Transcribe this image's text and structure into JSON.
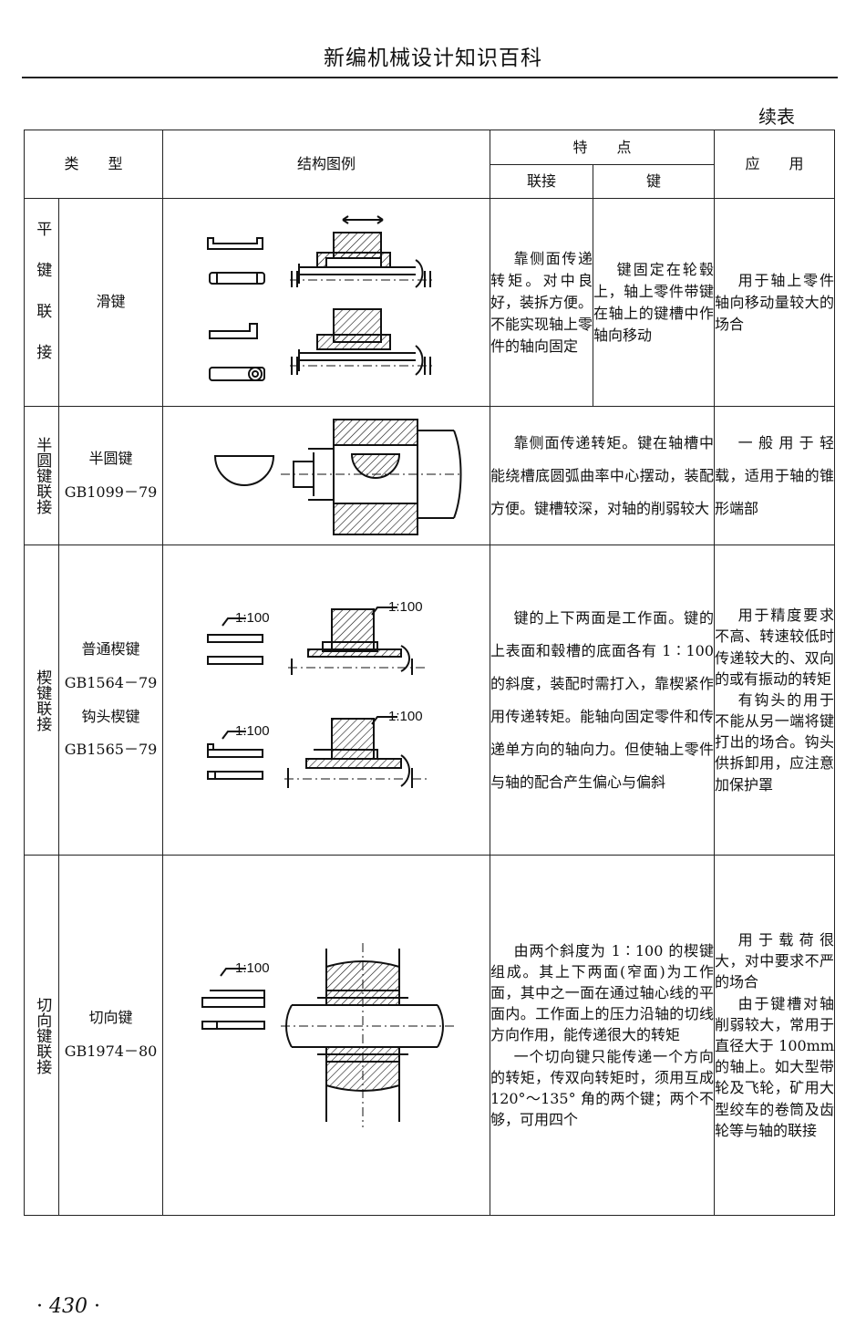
{
  "page": {
    "header": "新编机械设计知识百科",
    "continued_label": "续表",
    "page_number": "430",
    "page_dot": "·"
  },
  "table": {
    "headers": {
      "type": "类　　型",
      "diagram": "结构图例",
      "features": "特　　点",
      "connection": "联接",
      "key": "键",
      "application": "应　　用"
    },
    "rows": [
      {
        "category": "平键联接",
        "name": [
          "滑键"
        ],
        "connection": "靠侧面传递转矩。对中良好，装拆方便。不能实现轴上零件的轴向固定",
        "key": "键固定在轮毂上，轴上零件带键在轴上的键槽中作轴向移动",
        "application": "用于轴上零件轴向移动量较大的场合"
      },
      {
        "category": "半圆键联接",
        "name": [
          "半圆键",
          "GB1099－79"
        ],
        "features": "靠侧面传递转矩。键在轴槽中能绕槽底圆弧曲率中心摆动，装配方便。键槽较深，对轴的削弱较大",
        "application": "一般用于轻载，适用于轴的锥形端部"
      },
      {
        "category": "楔键联接",
        "name": [
          "普通楔键",
          "GB1564－79",
          "钩头楔键",
          "GB1565－79"
        ],
        "taper_labels": [
          "1:100",
          "1:100",
          "1:100",
          "1:100"
        ],
        "features": "键的上下两面是工作面。键的上表面和毂槽的底面各有 1∶100 的斜度，装配时需打入，靠楔紧作用传递转矩。能轴向固定零件和传递单方向的轴向力。但使轴上零件与轴的配合产生偏心与偏斜",
        "application_1": "用于精度要求不高、转速较低时传递较大的、双向的或有振动的转矩",
        "application_2": "有钩头的用于不能从另一端将键打出的场合。钩头供拆卸用，应注意加保护罩"
      },
      {
        "category": "切向键联接",
        "name": [
          "切向键",
          "GB1974－80"
        ],
        "taper_label": "1:100",
        "features_1": "由两个斜度为 1∶100 的楔键组成。其上下两面(窄面)为工作面，其中之一面在通过轴心线的平面内。工作面上的压力沿轴的切线方向作用，能传递很大的转矩",
        "features_2": "一个切向键只能传递一个方向的转矩，传双向转矩时，须用互成 120°～135° 角的两个键；两个不够，可用四个",
        "application_1": "用于载荷很大，对中要求不严的场合",
        "application_2": "由于键槽对轴削弱较大，常用于直径大于 100mm 的轴上。如大型带轮及飞轮，矿用大型绞车的卷筒及齿轮等与轴的联接"
      }
    ]
  }
}
